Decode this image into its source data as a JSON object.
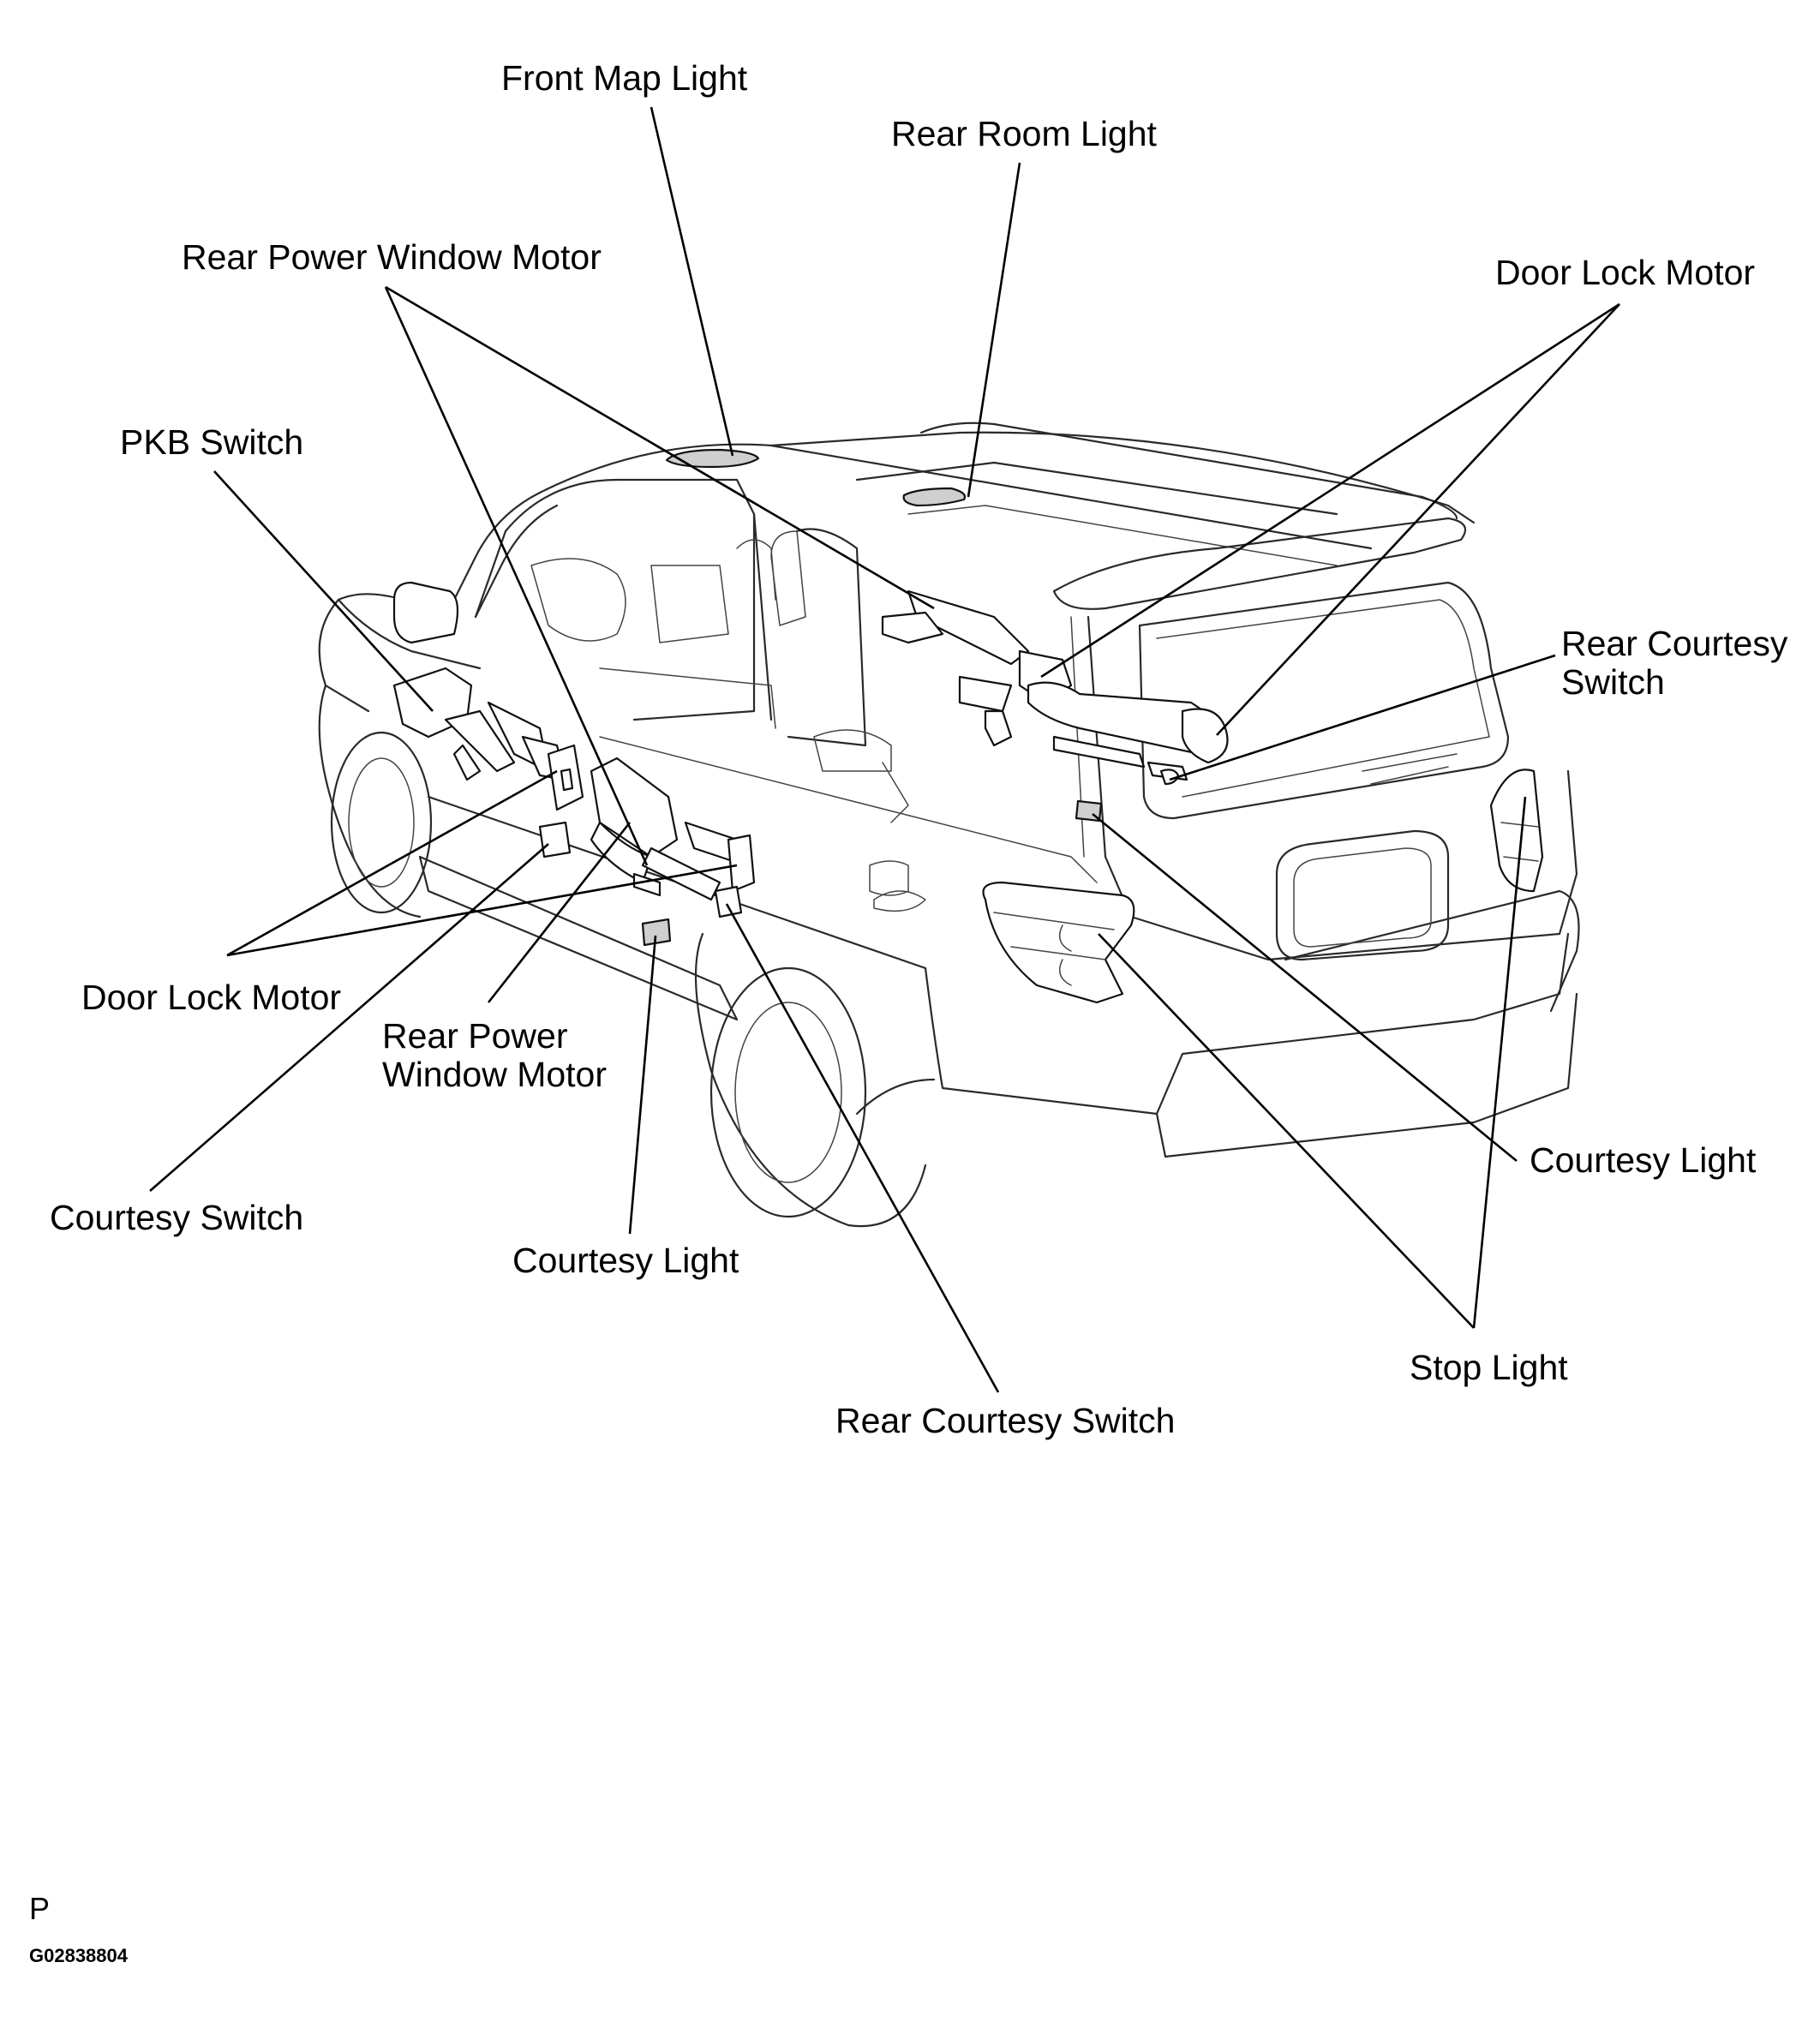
{
  "labels": {
    "front_map_light": "Front Map Light",
    "rear_room_light": "Rear Room Light",
    "rear_power_window_motor_top": "Rear Power Window Motor",
    "door_lock_motor_right": "Door Lock Motor",
    "pkb_switch": "PKB Switch",
    "rear_courtesy_switch_right_line1": "Rear Courtesy",
    "rear_courtesy_switch_right_line2": "Switch",
    "door_lock_motor_left": "Door Lock Motor",
    "rear_power_window_motor_left_line1": "Rear Power",
    "rear_power_window_motor_left_line2": "Window Motor",
    "courtesy_switch": "Courtesy Switch",
    "courtesy_light_left": "Courtesy Light",
    "courtesy_light_right": "Courtesy Light",
    "stop_light": "Stop Light",
    "rear_courtesy_switch_bottom": "Rear Courtesy Switch"
  },
  "footer": {
    "page_mark": "P",
    "figure_code": "G02838804"
  },
  "icons": {
    "vehicle": "suv-rear-three-quarter-outline",
    "components": "component-outline"
  }
}
